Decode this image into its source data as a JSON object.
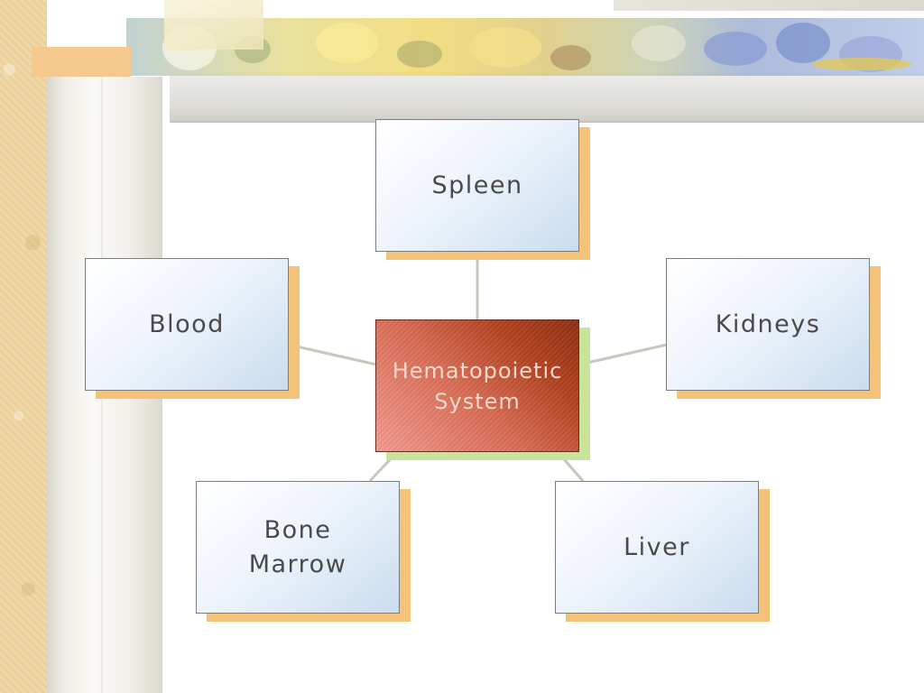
{
  "diagram": {
    "center": "Hematopoietic\nSystem",
    "nodes": {
      "spleen": "Spleen",
      "blood": "Blood",
      "kidneys": "Kidneys",
      "bone_marrow": "Bone\nMarrow",
      "liver": "Liver"
    }
  },
  "colors": {
    "node_shadow": "#f5c27a",
    "center_shadow": "#c7e49a",
    "center_fill": "#c0502e",
    "connector": "#c9c6bd"
  }
}
